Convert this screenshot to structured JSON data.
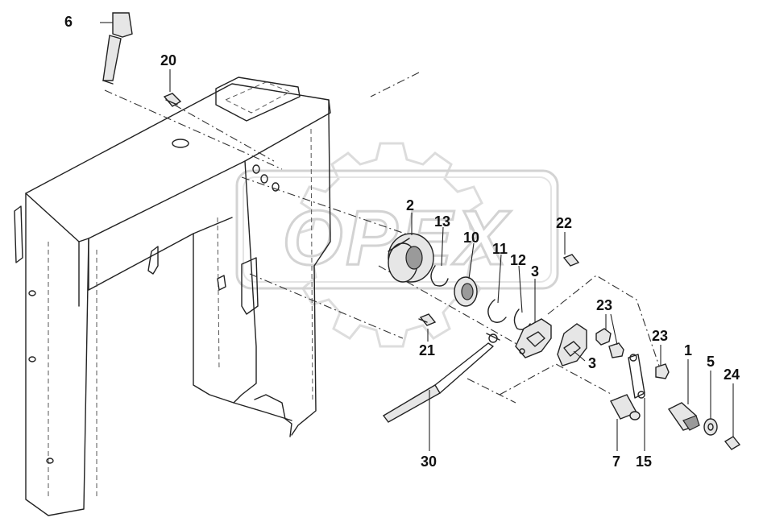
{
  "watermark": {
    "text": "OPEX"
  },
  "callouts": [
    {
      "id": "6",
      "label": "6"
    },
    {
      "id": "20",
      "label": "20"
    },
    {
      "id": "2",
      "label": "2"
    },
    {
      "id": "13",
      "label": "13"
    },
    {
      "id": "10",
      "label": "10"
    },
    {
      "id": "11",
      "label": "11"
    },
    {
      "id": "12",
      "label": "12"
    },
    {
      "id": "22",
      "label": "22"
    },
    {
      "id": "3a",
      "label": "3"
    },
    {
      "id": "23a",
      "label": "23"
    },
    {
      "id": "21",
      "label": "21"
    },
    {
      "id": "3b",
      "label": "3"
    },
    {
      "id": "23b",
      "label": "23"
    },
    {
      "id": "1",
      "label": "1"
    },
    {
      "id": "5",
      "label": "5"
    },
    {
      "id": "24",
      "label": "24"
    },
    {
      "id": "30",
      "label": "30"
    },
    {
      "id": "7",
      "label": "7"
    },
    {
      "id": "15",
      "label": "15"
    }
  ]
}
